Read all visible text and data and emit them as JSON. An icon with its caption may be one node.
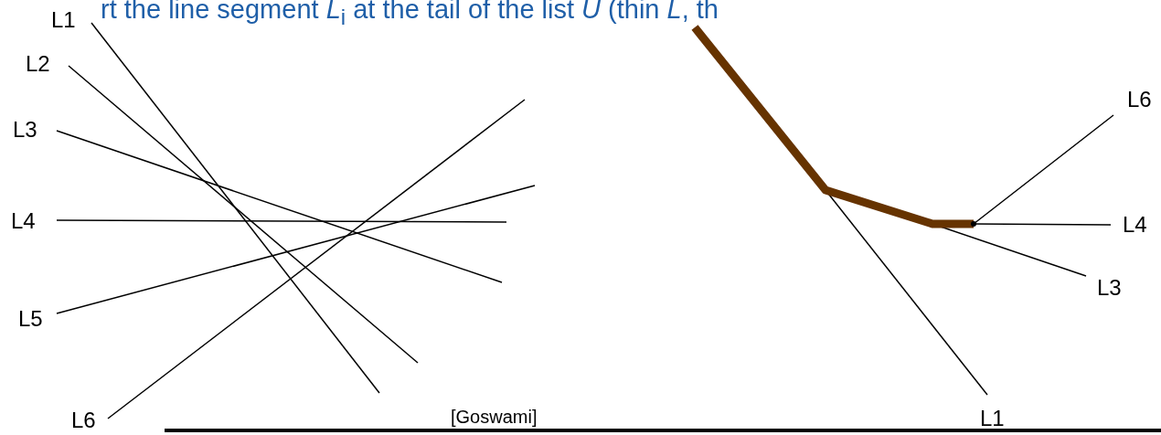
{
  "diagram": {
    "labels": [
      "rt the line segment *L*$_{i}$ at the tail of the list *U* (thin *L*, th",
      "L1",
      "L2",
      "L3",
      "L6",
      "L4",
      "L4",
      "L3",
      "L5",
      "L6",
      "[Goswami]",
      "L1"
    ]
  }
}
